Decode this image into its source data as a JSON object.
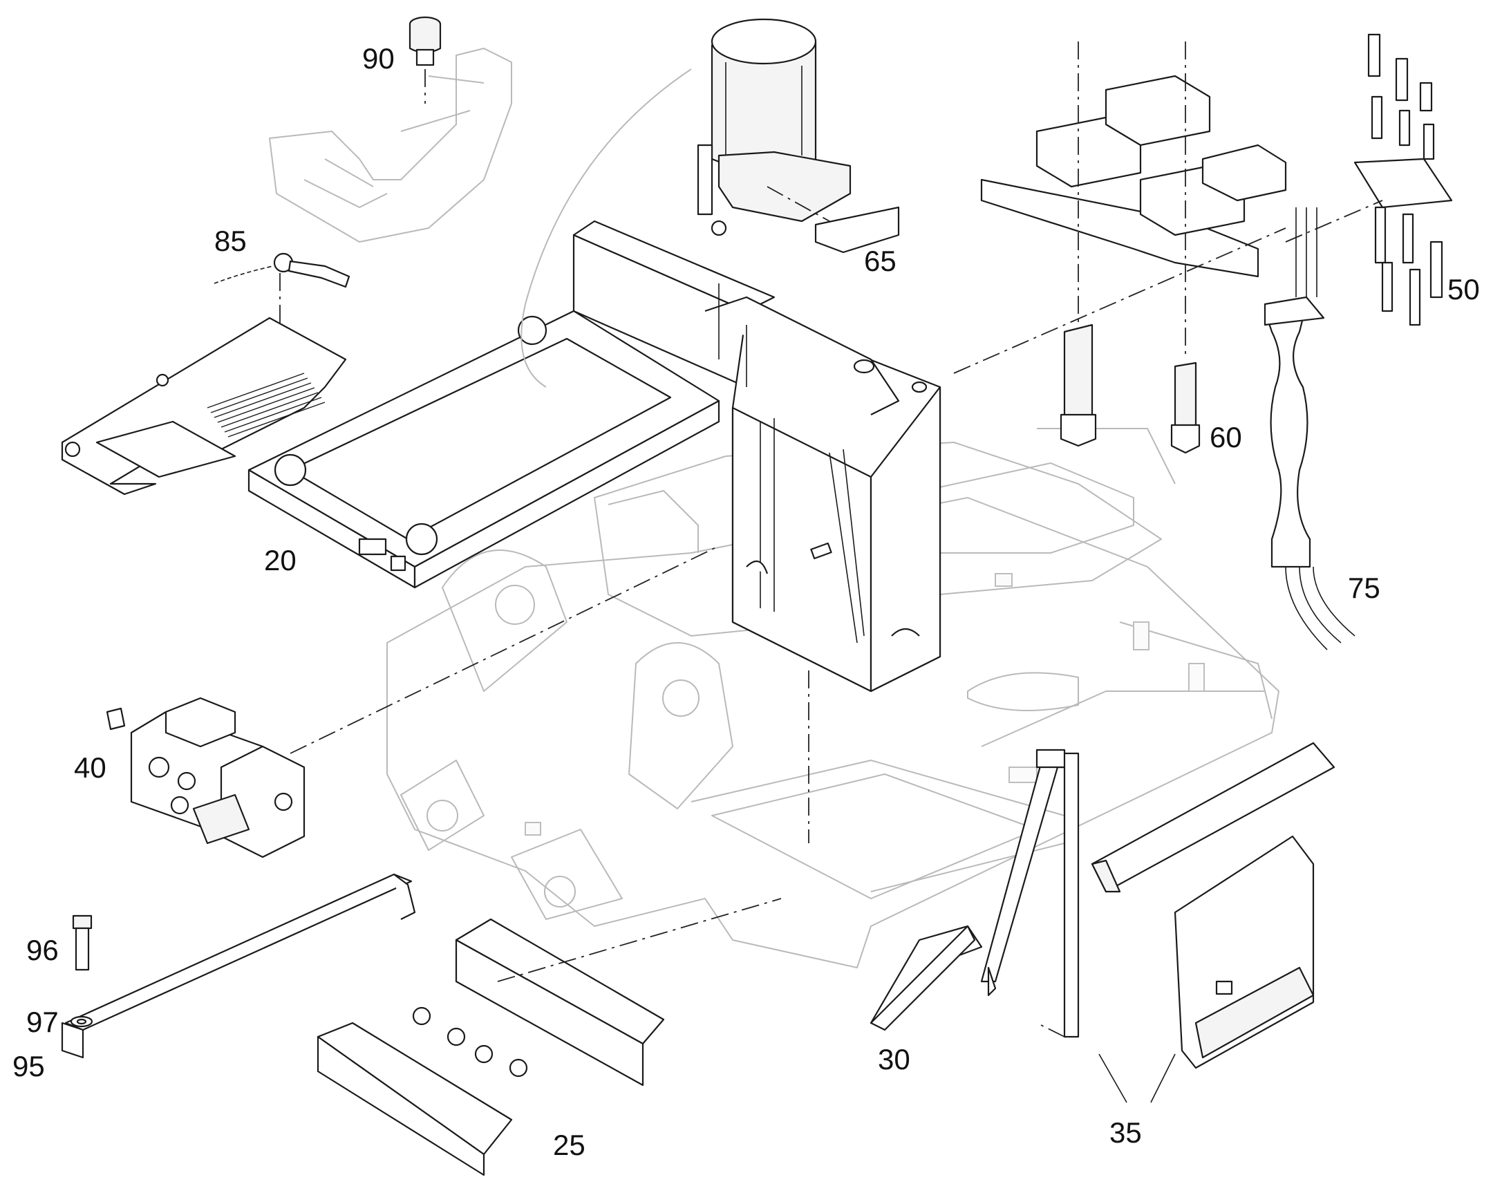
{
  "diagram": {
    "type": "exploded parts diagram",
    "callouts": [
      {
        "id": "c90",
        "label": "90"
      },
      {
        "id": "c85",
        "label": "85"
      },
      {
        "id": "c20",
        "label": "20"
      },
      {
        "id": "c65",
        "label": "65"
      },
      {
        "id": "c60",
        "label": "60"
      },
      {
        "id": "c50",
        "label": "50"
      },
      {
        "id": "c75",
        "label": "75"
      },
      {
        "id": "c40",
        "label": "40"
      },
      {
        "id": "c96",
        "label": "96"
      },
      {
        "id": "c97",
        "label": "97"
      },
      {
        "id": "c95",
        "label": "95"
      },
      {
        "id": "c25",
        "label": "25"
      },
      {
        "id": "c30",
        "label": "30"
      },
      {
        "id": "c35",
        "label": "35"
      }
    ]
  }
}
